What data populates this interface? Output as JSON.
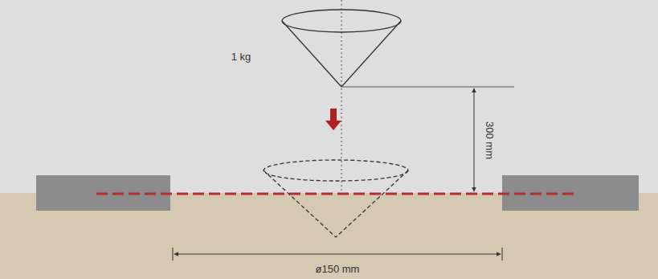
{
  "diagram": {
    "labels": [
      "1 kg",
      "300 mm",
      "ø150 mm"
    ]
  }
}
